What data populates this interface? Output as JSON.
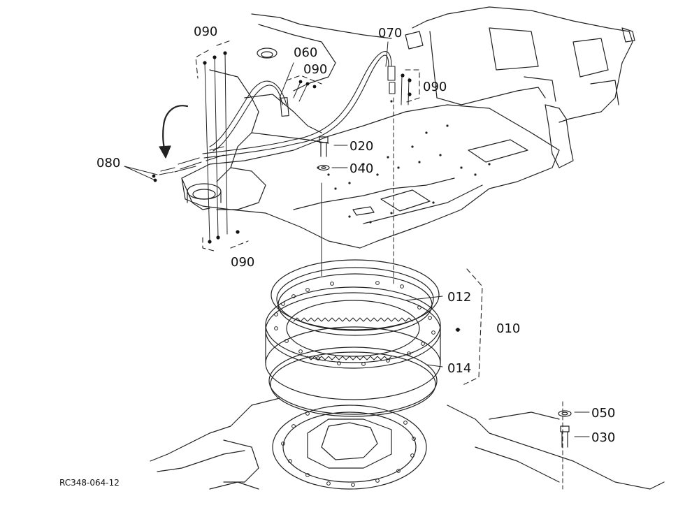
{
  "drawing_number": "RC348-064-12",
  "callouts": {
    "c090_top_left": "090",
    "c060": "060",
    "c090_mid": "090",
    "c070": "070",
    "c090_right": "090",
    "c020": "020",
    "c040": "040",
    "c080": "080",
    "c090_bottom": "090",
    "c012": "012",
    "c010": "010",
    "c014": "014",
    "c050": "050",
    "c030": "030"
  }
}
